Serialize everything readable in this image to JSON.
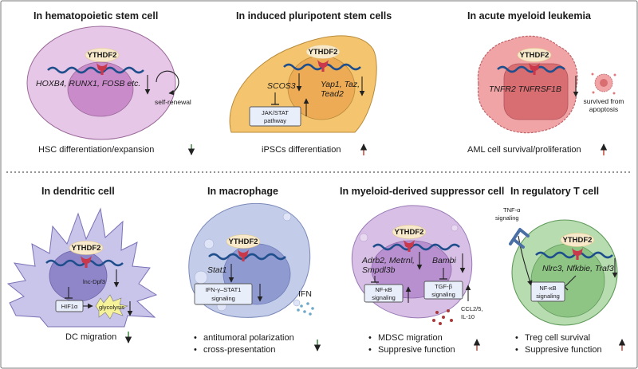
{
  "colors": {
    "rna": "#1f4e8c",
    "ythdf2_oval": "#f7e9c9",
    "ythdf2_head": "#c9384b",
    "up_arrow": "#c0392b",
    "down_arrow": "#2e7d32",
    "hsc_cell": "#e7c7e7",
    "ipsc_cell": "#f4c56e",
    "aml_cell": "#f0a4a6",
    "dc_cell": "#c9c4ea",
    "macrophage_cell": "#c3cdea",
    "mdsc_cell": "#d8bfe6",
    "treg_cell": "#b7dcb0"
  },
  "panels": {
    "hsc": {
      "title": "In hematopoietic stem cell",
      "protein": "YTHDF2",
      "genes": "HOXB4,  RUNX1, FOSB etc.",
      "self_renewal": "self-renewal",
      "outcome": "HSC differentiation/expansion",
      "trend": "down"
    },
    "ipsc": {
      "title": "In induced pluripotent stem cells",
      "protein": "YTHDF2",
      "gene_left": "SCOS3",
      "genes_right_1": "Yap1, Taz,",
      "genes_right_2": "Tead2",
      "pathway_1": "JAK/STAT",
      "pathway_2": "pathway",
      "outcome": "iPSCs differentiation",
      "trend": "up"
    },
    "aml": {
      "title": "In acute myeloid leukemia",
      "protein": "YTHDF2",
      "genes": "TNFR2   TNFRSF1B",
      "survived_1": "survived from",
      "survived_2": "apoptosis",
      "outcome": "AML cell survival/proliferation",
      "trend": "up"
    },
    "dc": {
      "title": "In dendritic cell",
      "protein": "YTHDF2",
      "lnc": "lnc-Dpf3",
      "hif": "HIF1α",
      "glycolysis": "glycolysis",
      "outcome": "DC migration",
      "trend": "down"
    },
    "macrophage": {
      "title": "In macrophage",
      "protein": "YTHDF2",
      "gene": "Stat1",
      "signal_1": "IFN-γ–STAT1",
      "signal_2": "signaling",
      "ifn": "IFN",
      "outcome_1": "antitumoral polarization",
      "outcome_2": "cross-presentation",
      "trend": "down"
    },
    "mdsc": {
      "title": "In myeloid-derived suppressor cell",
      "protein": "YTHDF2",
      "genes_left_1": "Adrb2, Metrnl,",
      "genes_left_2": "Smpdl3b",
      "gene_right": "Bambi",
      "box1_1": "NF-κB",
      "box1_2": "signaling",
      "box2_1": "TGF-β",
      "box2_2": "signaling",
      "ccl_1": "CCL2/5,",
      "ccl_2": "IL-10",
      "outcome_1": "MDSC migration",
      "outcome_2": "Suppresive function",
      "trend": "up"
    },
    "treg": {
      "title": "In regulatory T cell",
      "protein": "YTHDF2",
      "tnf_1": "TNF-α",
      "tnf_2": "signaling",
      "genes": "Nlrc3, Nfkbie, Traf3",
      "box_1": "NF-κB",
      "box_2": "signaling",
      "outcome_1": "Treg cell survival",
      "outcome_2": "Suppresive function",
      "trend": "up"
    }
  },
  "bullet": "•"
}
